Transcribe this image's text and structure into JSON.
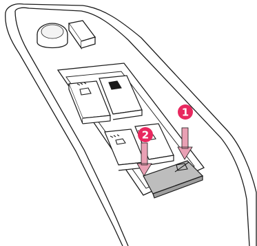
{
  "illustration": {
    "subject": "door-armrest-window-switch-panel",
    "line_color": "#1a1a1a",
    "panel_fill": "#ffffff",
    "shade_color": "#bdbdbd",
    "callout_color": "#e8285f",
    "arrow_color": "#e9a0b4"
  },
  "callouts": [
    {
      "number": "1"
    },
    {
      "number": "2"
    }
  ],
  "icons": {
    "driver_switch_front": "window-icon",
    "passenger_switch_front": "window-icon",
    "rear_left": "window-icon",
    "rear_right": "window-icon",
    "lock_switch": "window-lock-icon"
  }
}
